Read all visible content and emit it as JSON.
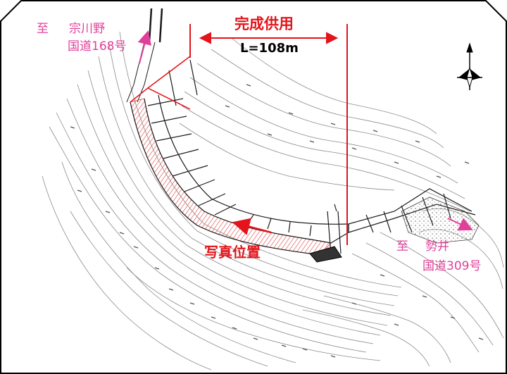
{
  "colors": {
    "route_label": "#e0409a",
    "callout": "#e3141b",
    "road_fill": "#f08a8a",
    "contour": "#8a8a8a",
    "road_outline": "#1a1a1a"
  },
  "labels": {
    "north_to_prefix": "至",
    "north_to_place": "宗川野",
    "north_route": "国道168号",
    "east_to_prefix": "至",
    "east_to_place": "勢井",
    "east_route": "国道309号",
    "completed_label": "完成供用",
    "length_label": "L=108m",
    "photo_position": "写真位置"
  },
  "icons": {
    "compass": "north-arrow-compass-icon",
    "route_arrows": "pink-direction-arrow-icon"
  }
}
